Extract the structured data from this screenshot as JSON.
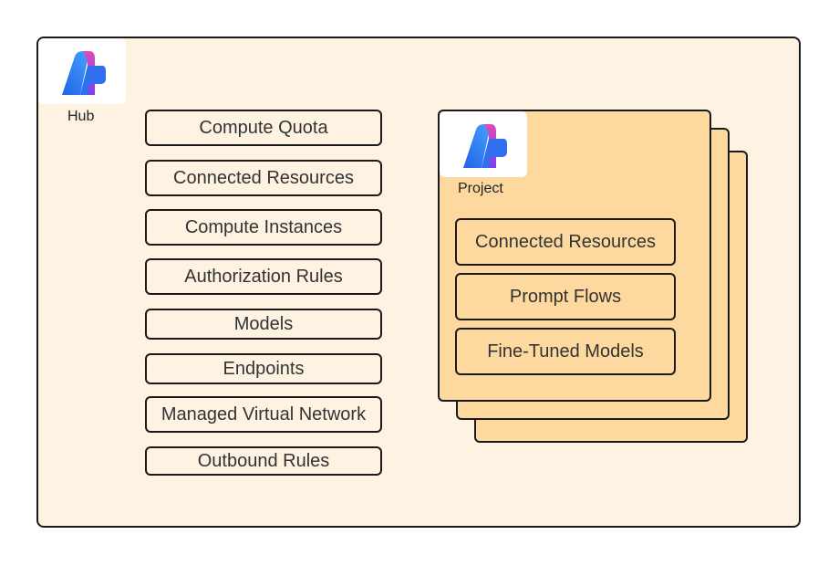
{
  "hub": {
    "label": "Hub",
    "logo_icon": "azure-ai-logo-icon",
    "items": [
      {
        "label": "Compute Quota"
      },
      {
        "label": "Connected Resources"
      },
      {
        "label": "Compute Instances"
      },
      {
        "label": "Authorization Rules"
      },
      {
        "label": "Models"
      },
      {
        "label": "Endpoints"
      },
      {
        "label": "Managed Virtual Network"
      },
      {
        "label": "Outbound Rules"
      }
    ]
  },
  "project": {
    "label": "Project",
    "logo_icon": "azure-ai-logo-icon",
    "items": [
      {
        "label": "Connected Resources"
      },
      {
        "label": "Prompt Flows"
      },
      {
        "label": "Fine-Tuned Models"
      }
    ]
  },
  "colors": {
    "hub_background": "#fef3e2",
    "project_background": "#fdd9a0",
    "border": "#1a1a1a",
    "logo_blue": "#2f6fed",
    "logo_magenta": "#d63fbf"
  }
}
